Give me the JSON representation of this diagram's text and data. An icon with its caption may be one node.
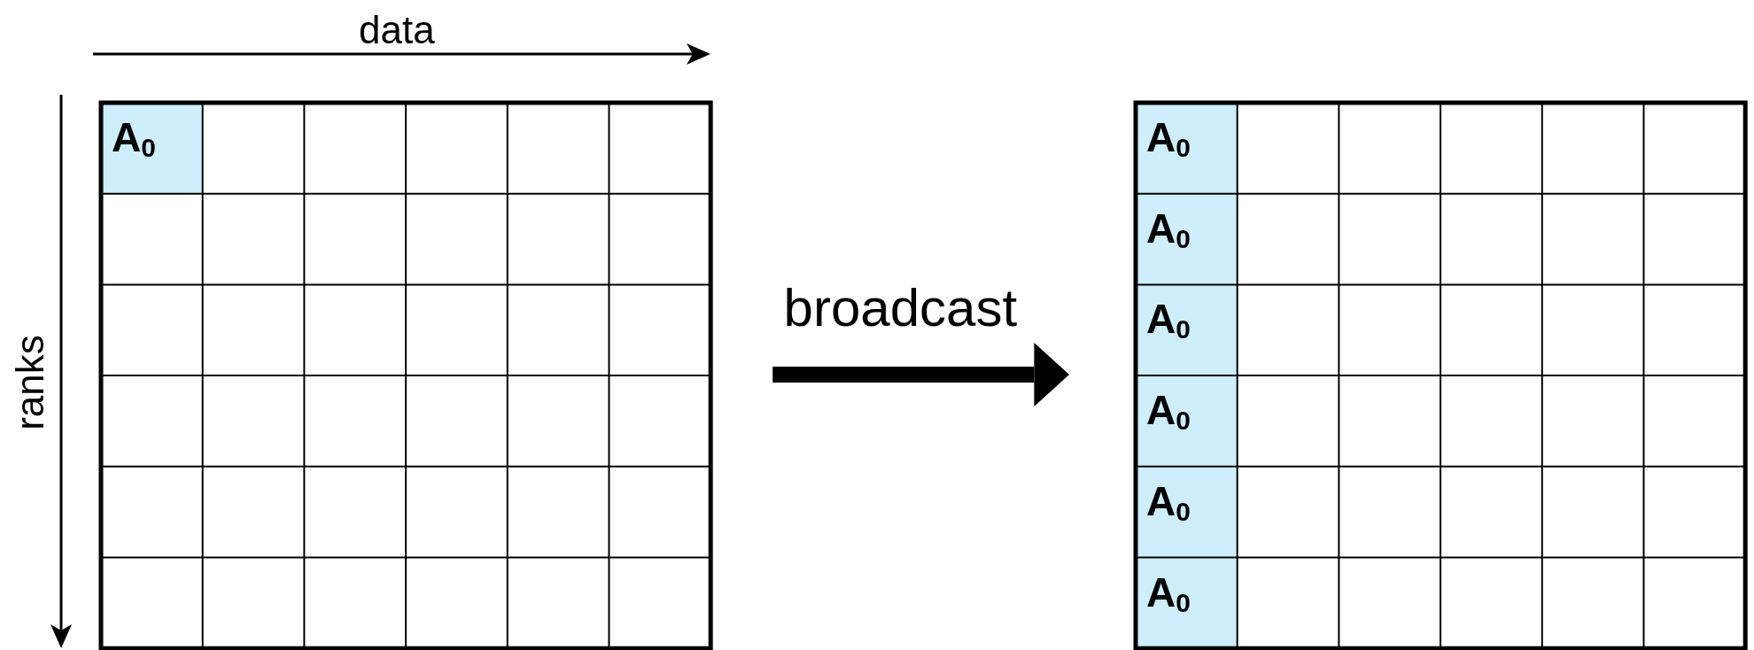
{
  "diagram": {
    "nodes": [
      {
        "text": [],
        "shape": "box"
      },
      {
        "text": [],
        "shape": "box"
      },
      {
        "text": [
          "A$_{0}$"
        ],
        "in": 0
      },
      {
        "text": [
          "A$_{0}$"
        ],
        "in": 1
      },
      {
        "text": [
          "A$_{0}$"
        ],
        "in": 1
      },
      {
        "text": [
          "A$_{0}$"
        ],
        "in": 1
      },
      {
        "text": [
          "A$_{0}$"
        ],
        "in": 1
      },
      {
        "text": [
          "A$_{0}$"
        ],
        "in": 1
      },
      {
        "text": [
          "A$_{0}$"
        ],
        "in": 1
      }
    ],
    "edges": [
      {
        "from": 0,
        "to": 1,
        "arrow": "to",
        "label": "broadcast"
      }
    ],
    "labels": [
      "data",
      "ranks"
    ]
  }
}
